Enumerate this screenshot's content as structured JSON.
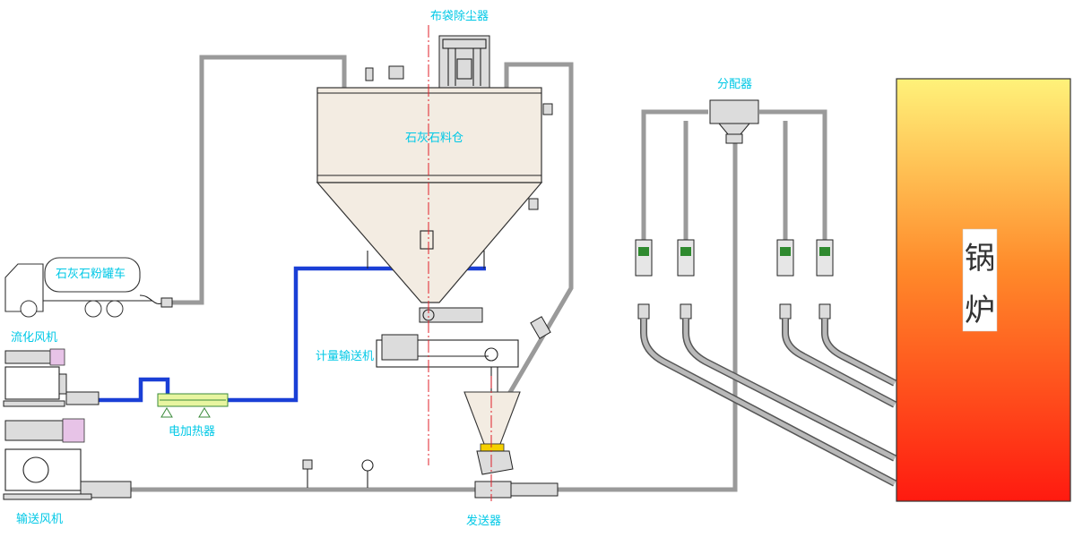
{
  "labels": {
    "bag_filter": "布袋除尘器",
    "silo": "石灰石料仓",
    "distributor": "分配器",
    "tank_truck": "石灰石粉罐车",
    "fluidizing_fan": "流化风机",
    "electric_heater": "电加热器",
    "metering_conveyor": "计量输送机",
    "conveying_fan": "输送风机",
    "sender": "发送器",
    "boiler_char1": "锅",
    "boiler_char2": "炉"
  },
  "colors": {
    "pipe_gray": "#9a9a9a",
    "pipe_blue": "#1a3fd6",
    "label_cyan": "#00c8e6",
    "silo_fill": "#f3ece2",
    "boiler_top": "#fff27a",
    "boiler_bottom": "#ff1a10",
    "centerline_red": "#e0202a"
  },
  "icons": [
    "tank-truck-icon",
    "blower-icon",
    "heater-icon",
    "valve-icon",
    "gauge-icon",
    "screw-conveyor-icon",
    "bag-filter-icon"
  ]
}
